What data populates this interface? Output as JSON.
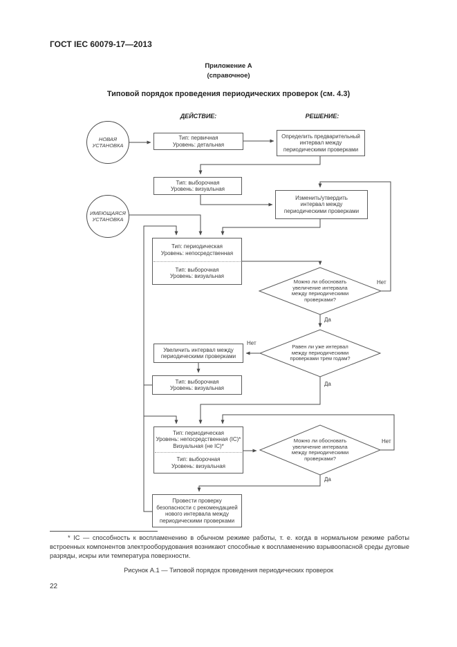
{
  "page": {
    "doc_code": "ГОСТ IEC 60079-17—2013",
    "appendix_title": "Приложение А",
    "appendix_note": "(справочное)",
    "main_title": "Типовой порядок проведения периодических проверок (см. 4.3)",
    "caption": "Рисунок А.1 — Типовой порядок проведения периодических проверок",
    "footnote": "* IC — способность к воспламенению в обычном режиме работы, т. е. когда в нормальном режиме работы встроенных компонентов электрооборудования возникают способные к воспламенению взрывоопасной среды дуговые разряды, искры или температура поверхности.",
    "page_number": "22"
  },
  "flowchart": {
    "headers": {
      "action": "ДЕЙСТВИЕ:",
      "decision": "РЕШЕНИЕ:"
    },
    "circles": {
      "new_installation": [
        "НОВАЯ",
        "УСТАНОВКА"
      ],
      "existing_installation": [
        "ИМЕЮЩАЯСЯ",
        "УСТАНОВКА"
      ]
    },
    "boxes": {
      "initial_inspection": [
        "Тип: первичная",
        "Уровень: детальная"
      ],
      "determine_interval": [
        "Определить предварительный",
        "интервал между",
        "периодическими проверками"
      ],
      "sample_visual_1": [
        "Тип: выборочная",
        "Уровень: визуальная"
      ],
      "confirm_interval": [
        "Изменить/утвердить",
        "интервал между",
        "периодическими проверками"
      ],
      "periodic_close": {
        "top": [
          "Тип: периодическая",
          "Уровень: непосредственная"
        ],
        "bottom": [
          "Тип: выборочная",
          "Уровень: визуальная"
        ]
      },
      "increase_interval": [
        "Увеличить интервал между",
        "периодическими проверками"
      ],
      "sample_visual_2": [
        "Тип: выборочная",
        "Уровень: визуальная"
      ],
      "periodic_ic": {
        "top": [
          "Тип: периодическая",
          "Уровень: непосредственная (IC)*",
          "Визуальная (не IC)*"
        ],
        "bottom": [
          "Тип: выборочная",
          "Уровень: визуальная"
        ]
      },
      "safety_review": [
        "Провести проверку",
        "безопасности с рекомендацией",
        "нового интервала между",
        "периодическими проверками"
      ]
    },
    "diamonds": {
      "justify_increase_1": [
        "Можно ли обосновать",
        "увеличение интервала",
        "между периодическими",
        "проверками?"
      ],
      "interval_three_years": [
        "Равен ли уже интервал",
        "между периодическими",
        "проверками трем годам?"
      ],
      "justify_increase_2": [
        "Можно ли обосновать",
        "увеличение интервала",
        "между периодическими",
        "проверками?"
      ]
    },
    "labels": {
      "yes": "Да",
      "no": "Нет"
    }
  }
}
